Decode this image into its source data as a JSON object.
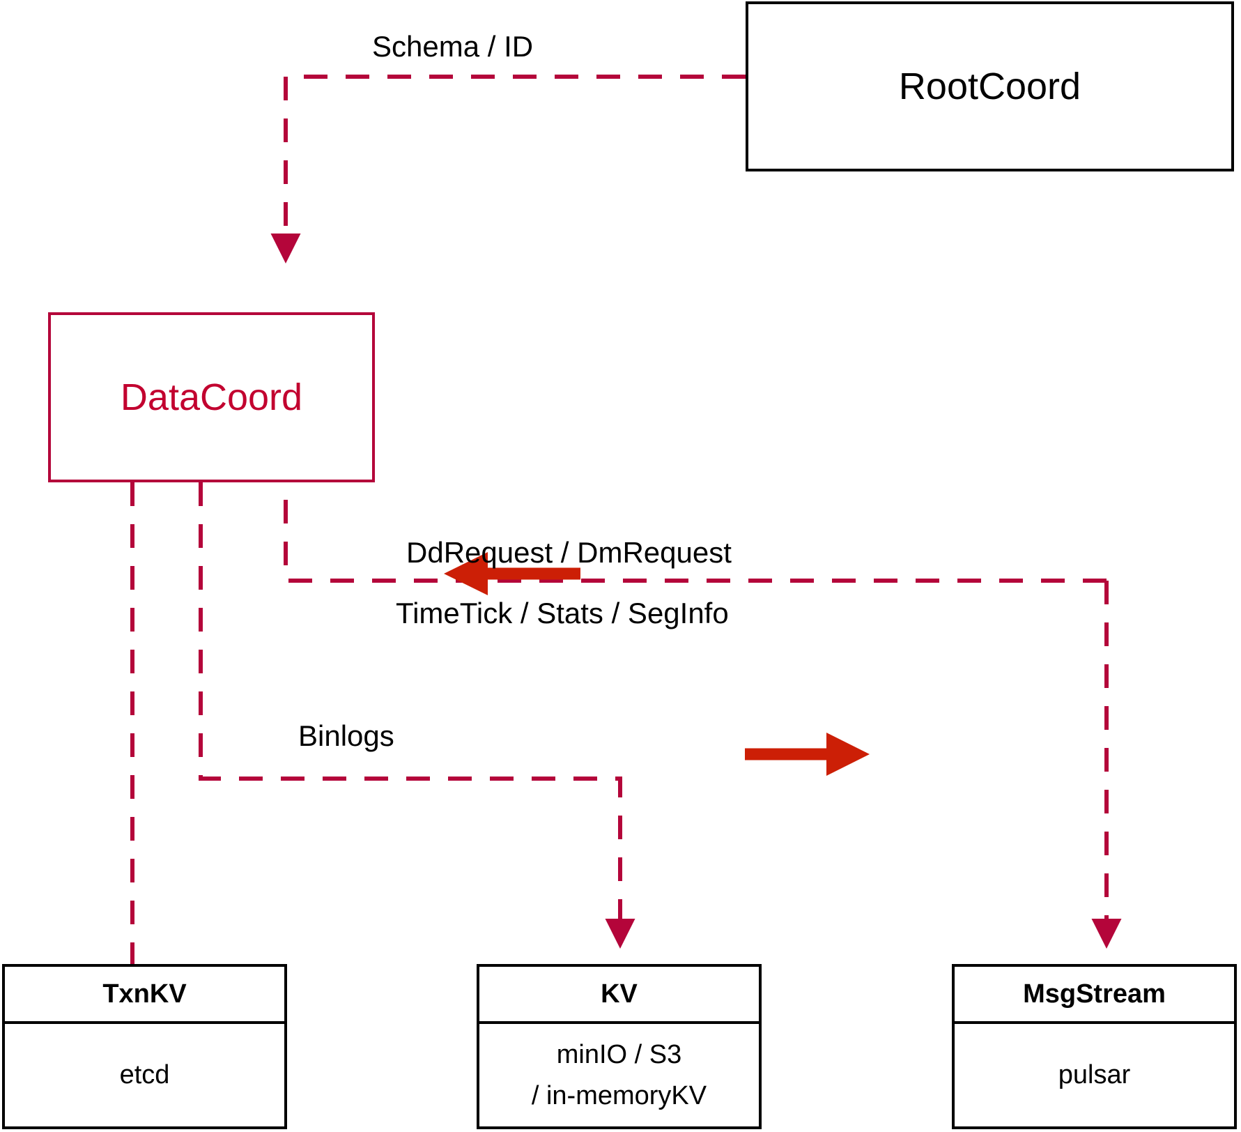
{
  "diagram": {
    "title": "DataCoord architecture",
    "colors": {
      "accent": "#c2002f",
      "dash": "#b4053a",
      "arrow_solid": "#cc1f06",
      "outline": "#000000",
      "background": "#ffffff"
    },
    "nodes": [
      {
        "id": "rootcoord",
        "kind": "plain",
        "title": "RootCoord"
      },
      {
        "id": "datacoord",
        "kind": "accent",
        "title": "DataCoord"
      },
      {
        "id": "txnkv",
        "kind": "split",
        "title": "TxnKV",
        "body_line1": "etcd",
        "body_line2": ""
      },
      {
        "id": "kv",
        "kind": "split",
        "title": "KV",
        "body_line1": "minIO / S3",
        "body_line2": "/ in-memoryKV"
      },
      {
        "id": "msgstream",
        "kind": "split",
        "title": "MsgStream",
        "body_line1": "pulsar",
        "body_line2": ""
      }
    ],
    "edge_labels": [
      {
        "id": "schema-id",
        "text": "Schema / ID"
      },
      {
        "id": "dd-dm-request",
        "text": "DdRequest / DmRequest"
      },
      {
        "id": "timetick-stats-seginfo",
        "text": "TimeTick / Stats / SegInfo"
      },
      {
        "id": "binlogs",
        "text": "Binlogs"
      }
    ]
  }
}
